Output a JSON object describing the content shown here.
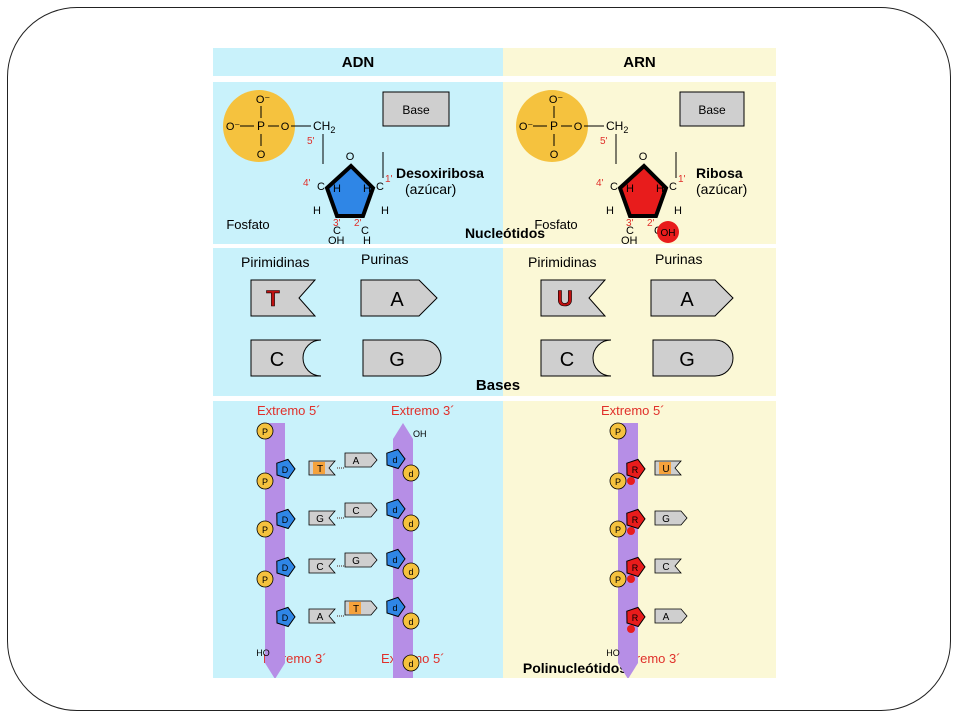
{
  "headers": {
    "dna": "ADN",
    "rna": "ARN"
  },
  "nucleotides": {
    "title": "Nucleótidos",
    "phosphate_label": "Fosfato",
    "base_label": "Base",
    "ch2": "CH",
    "ch2_sub": "2",
    "o_minus": "O⁻",
    "p": "P",
    "o": "O",
    "dna_sugar": "Desoxiribosa",
    "rna_sugar": "Ribosa",
    "sugar_note": "(azúcar)",
    "carbons": {
      "c5": "5'",
      "c4": "4'",
      "c3": "3'",
      "c2": "2'",
      "c1": "1'"
    },
    "h": "H",
    "c": "C",
    "oh": "OH"
  },
  "bases": {
    "title": "Bases",
    "pyrimidines": "Pirimidinas",
    "purines": "Purinas",
    "dna": {
      "t": "T",
      "c": "C",
      "a": "A",
      "g": "G"
    },
    "rna": {
      "u": "U",
      "c": "C",
      "a": "A",
      "g": "G"
    }
  },
  "polynucleotides": {
    "title": "Polinucleótidos",
    "end5": "Extremo 5´",
    "end3": "Extremo 3´",
    "p": "P",
    "d_sugar": "D",
    "d_small": "d",
    "r_sugar": "R",
    "oh": "OH",
    "ho": "HO",
    "dna_left_bases": [
      "T",
      "G",
      "C",
      "A"
    ],
    "dna_right_bases": [
      "A",
      "C",
      "G",
      "T"
    ],
    "rna_bases": [
      "U",
      "G",
      "C",
      "A"
    ]
  },
  "colors": {
    "dna_bg": "#c9f2fb",
    "rna_bg": "#fbf8d6",
    "phosphate": "#f5c23e",
    "deoxyribose": "#2f86e6",
    "ribose": "#e81c1c",
    "strand": "#b68ee6",
    "base_fill": "#cfcfcf",
    "label_red": "#e0302a",
    "t_u_fill": "#f5a23c"
  }
}
